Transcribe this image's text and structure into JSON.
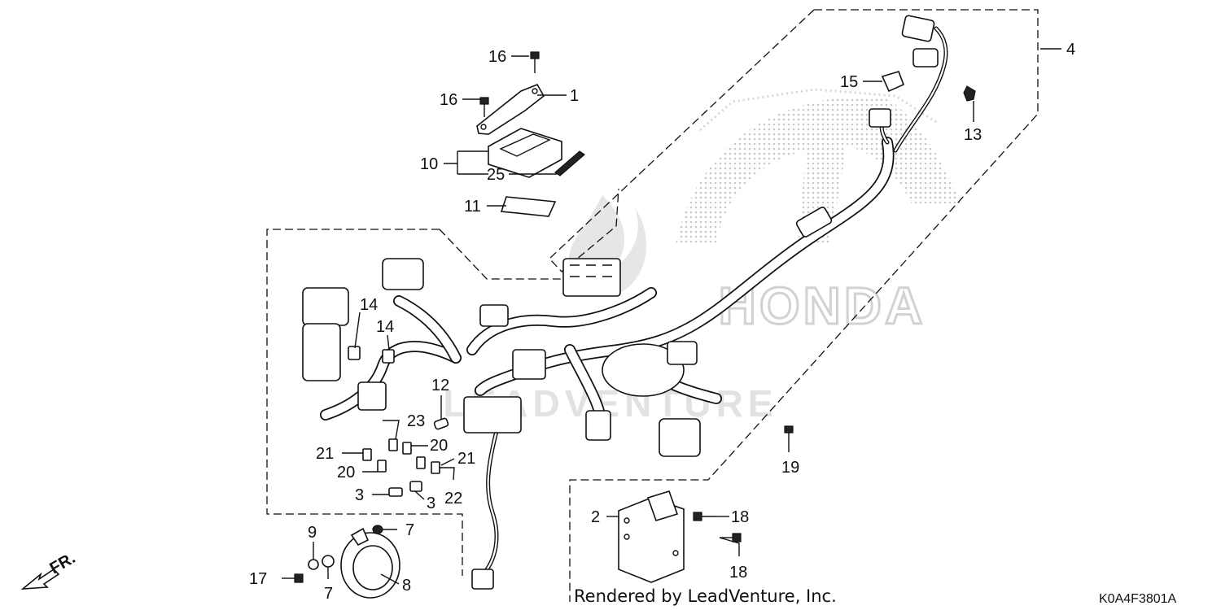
{
  "diagram": {
    "callouts": [
      {
        "id": "c16a",
        "text": "16"
      },
      {
        "id": "c16b",
        "text": "16"
      },
      {
        "id": "c1",
        "text": "1"
      },
      {
        "id": "c10",
        "text": "10"
      },
      {
        "id": "c25",
        "text": "25"
      },
      {
        "id": "c11",
        "text": "11"
      },
      {
        "id": "c4",
        "text": "4"
      },
      {
        "id": "c15",
        "text": "15"
      },
      {
        "id": "c13",
        "text": "13"
      },
      {
        "id": "c14a",
        "text": "14"
      },
      {
        "id": "c14b",
        "text": "14"
      },
      {
        "id": "c12",
        "text": "12"
      },
      {
        "id": "c23",
        "text": "23"
      },
      {
        "id": "c21a",
        "text": "21"
      },
      {
        "id": "c20a",
        "text": "20"
      },
      {
        "id": "c20b",
        "text": "20"
      },
      {
        "id": "c21b",
        "text": "21"
      },
      {
        "id": "c3a",
        "text": "3"
      },
      {
        "id": "c3b",
        "text": "3"
      },
      {
        "id": "c22",
        "text": "22"
      },
      {
        "id": "c19",
        "text": "19"
      },
      {
        "id": "c2",
        "text": "2"
      },
      {
        "id": "c18a",
        "text": "18"
      },
      {
        "id": "c18b",
        "text": "18"
      },
      {
        "id": "c9",
        "text": "9"
      },
      {
        "id": "c7a",
        "text": "7"
      },
      {
        "id": "c7b",
        "text": "7"
      },
      {
        "id": "c17",
        "text": "17"
      },
      {
        "id": "c8",
        "text": "8"
      }
    ],
    "direction_label": "FR.",
    "credit": "Rendered by LeadVenture, Inc.",
    "diagram_code": "K0A4F3801A",
    "watermark_brand": "HONDA",
    "watermark_text": "LEADVENTURE",
    "colors": {
      "line": "#111111",
      "background": "#ffffff",
      "watermark": "#dcdcdc"
    }
  }
}
